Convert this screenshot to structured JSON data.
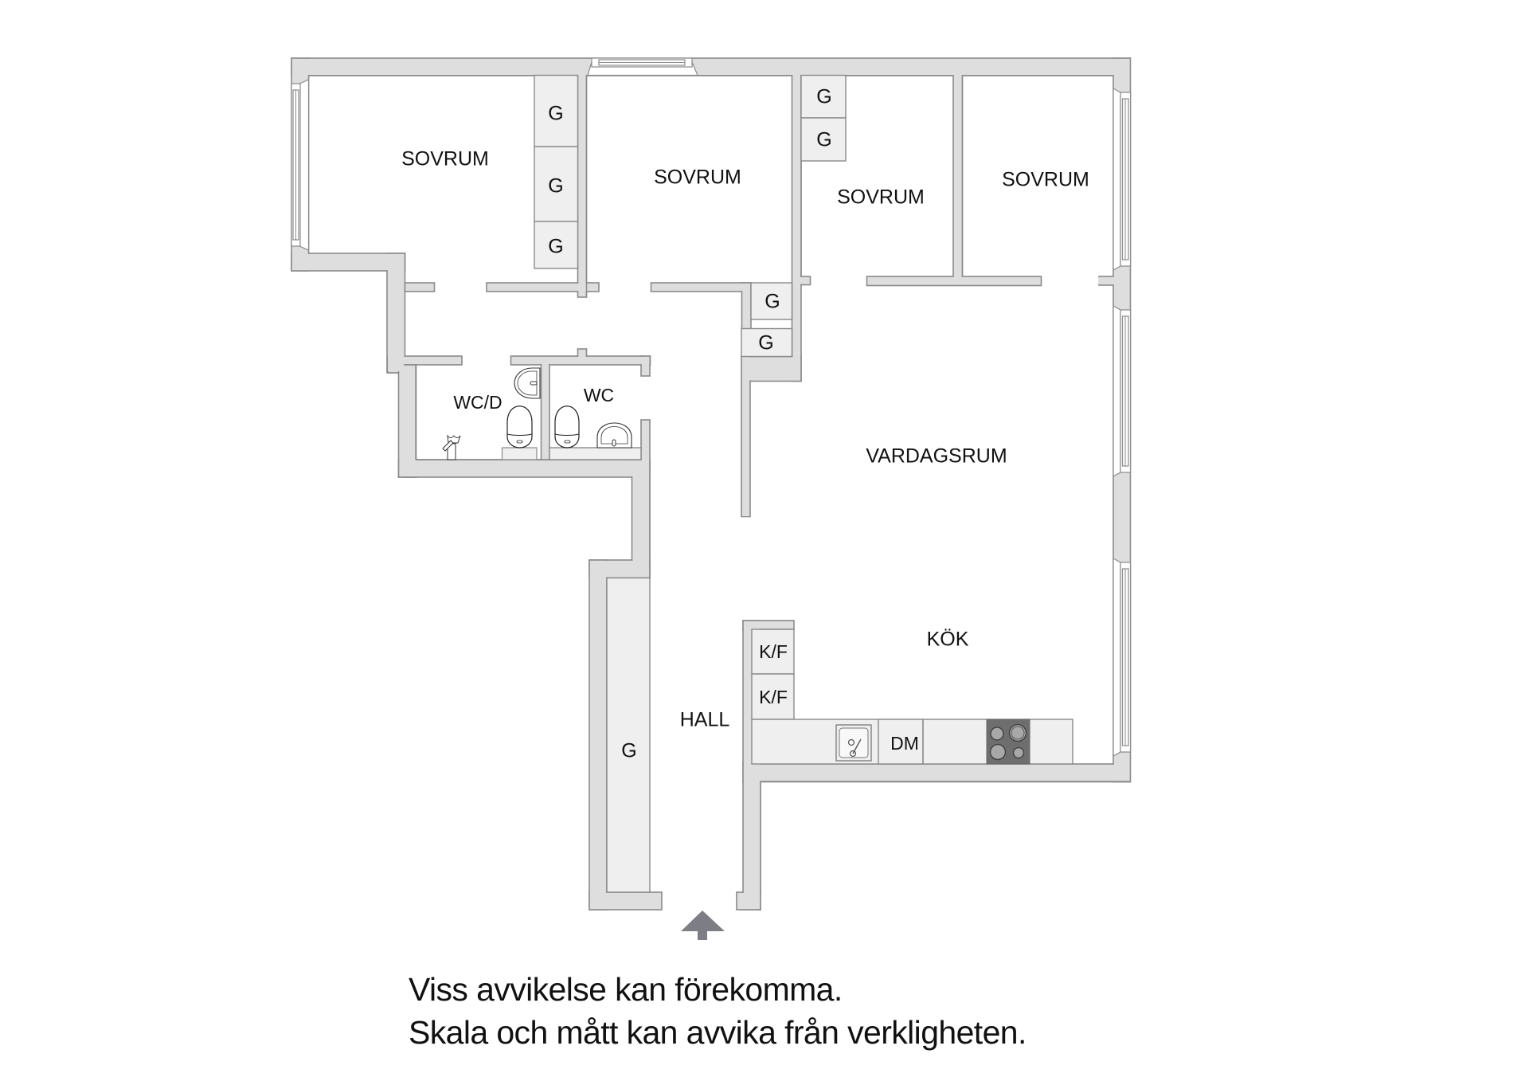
{
  "floorplan": {
    "rooms": {
      "bedroom_1": "SOVRUM",
      "bedroom_2": "SOVRUM",
      "bedroom_3": "SOVRUM",
      "bedroom_4": "SOVRUM",
      "living_room": "VARDAGSRUM",
      "kitchen": "KÖK",
      "hall": "HALL",
      "bathroom_shower": "WC/D",
      "toilet": "WC"
    },
    "closets": {
      "bedroom_1": [
        "G",
        "G",
        "G"
      ],
      "bedroom_3": [
        "G",
        "G"
      ],
      "hall_upper": [
        "G",
        "G"
      ],
      "hall_long": "G"
    },
    "kitchen_units": {
      "fridge_freezer": [
        "K/F",
        "K/F"
      ],
      "dishwasher": "DM"
    },
    "entrance_icon": "arrow-up-icon",
    "colors": {
      "wall_fill": "#dedede",
      "wall_stroke": "#8a8a8a",
      "closet_fill": "#efefef",
      "cooktop": "#6e6e6e"
    }
  },
  "disclaimer": {
    "line_1": "Viss avvikelse kan förekomma.",
    "line_2": "Skala och mått kan avvika från verkligheten."
  }
}
